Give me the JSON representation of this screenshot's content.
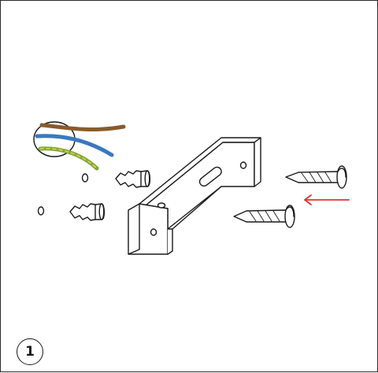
{
  "instruction_step": {
    "number": "1"
  },
  "wires": [
    {
      "name": "brown-wire",
      "color": "#8a5a2b"
    },
    {
      "name": "blue-wire",
      "color": "#3a79bf"
    },
    {
      "name": "green-yellow-wire",
      "color": "#7fa83a"
    }
  ],
  "direction_arrow": {
    "color": "#e0342e"
  },
  "line_color": "#1a1a1a"
}
